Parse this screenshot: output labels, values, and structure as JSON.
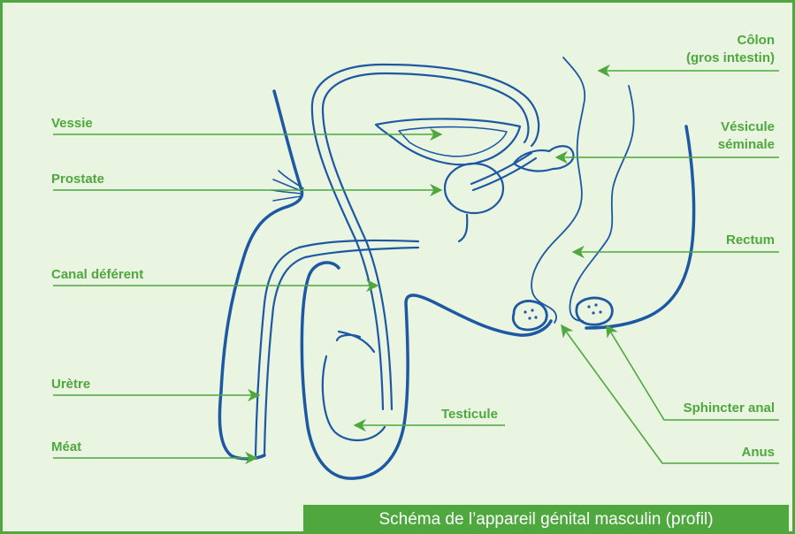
{
  "title": "Schéma de l’appareil génital masculin (profil)",
  "colors": {
    "frame": "#4ea83e",
    "background": "#e9f4e1",
    "anatomy_line": "#1d58a3",
    "label_and_arrow": "#4ea83e",
    "caption_text": "#ffffff"
  },
  "labels": {
    "colon_line1": "Côlon",
    "colon_line2": "(gros intestin)",
    "vesicule_line1": "Vésicule",
    "vesicule_line2": "séminale",
    "vessie": "Vessie",
    "prostate": "Prostate",
    "rectum": "Rectum",
    "canal_deferent": "Canal déférent",
    "uretre": "Urètre",
    "testicule": "Testicule",
    "sphincter_anal": "Sphincter anal",
    "meat": "Méat",
    "anus": "Anus"
  }
}
